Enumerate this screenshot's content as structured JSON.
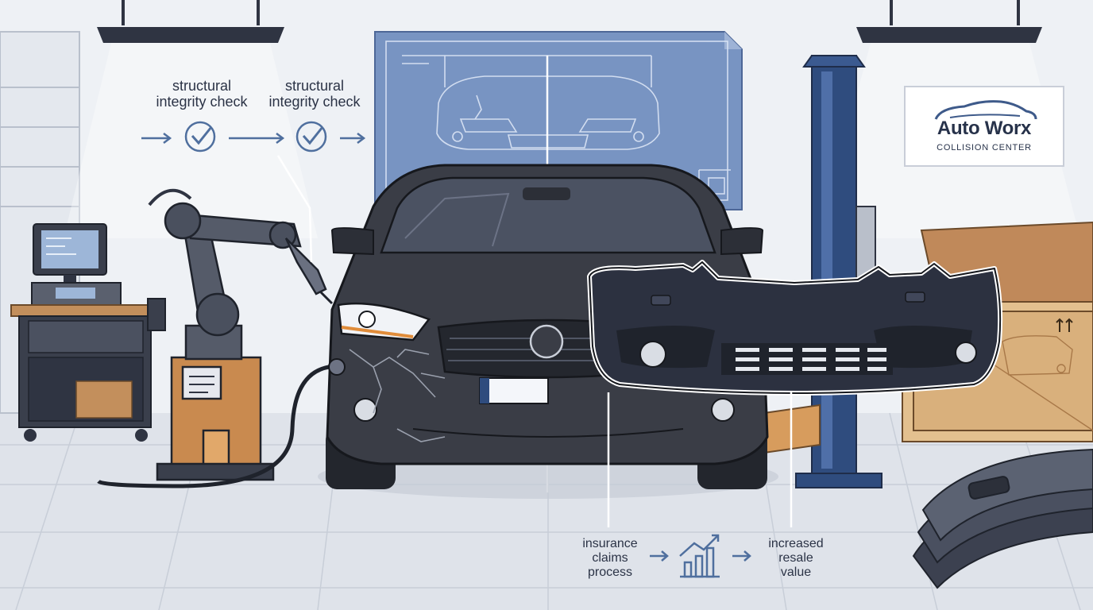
{
  "process_labels": [
    {
      "text": "structural\nintegrity check"
    },
    {
      "text": "structural\nintegrity check"
    }
  ],
  "flow_labels": {
    "insurance": "insurance\nclaims\nprocess",
    "resale": "increased\nresale\nvalue"
  },
  "sign": {
    "title": "Auto Worx",
    "subtitle": "COLLISION CENTER"
  },
  "icons": [
    "check-circle-icon",
    "arrow-right-icon",
    "bar-chart-trend-icon",
    "car-silhouette-icon",
    "this-side-up-icon"
  ],
  "colors": {
    "blueprint": "#6f8fbf",
    "car_body": "#3a3d46",
    "lift_blue": "#2f4c7e",
    "wood": "#c99a63",
    "ink": "#2b3346",
    "floor": "#dfe3ea"
  }
}
